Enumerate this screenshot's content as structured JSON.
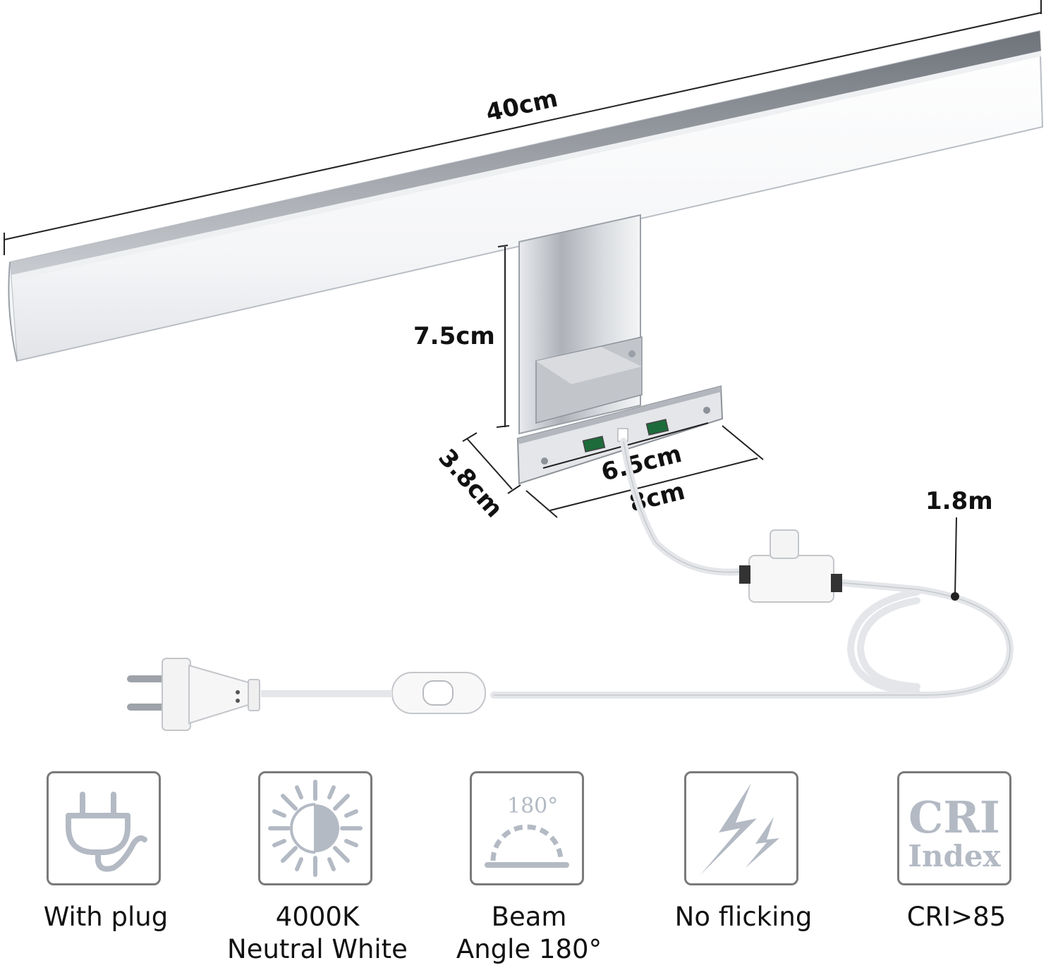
{
  "dimensions": {
    "length": "40cm",
    "height": "7.5cm",
    "depth": "3.8cm",
    "hole_spacing": "6.5cm",
    "base_width": "8cm",
    "cable_length": "1.8m"
  },
  "features": [
    {
      "icon": "plug-icon",
      "caption_line1": "With plug",
      "caption_line2": ""
    },
    {
      "icon": "sun-icon",
      "caption_line1": "4000K",
      "caption_line2": "Neutral White"
    },
    {
      "icon": "beam-angle-icon",
      "icon_text": "180°",
      "caption_line1": "Beam",
      "caption_line2": "Angle 180°"
    },
    {
      "icon": "lightning-icon",
      "caption_line1": "No flicking",
      "caption_line2": ""
    },
    {
      "icon": "cri-icon",
      "icon_text_top": "CRI",
      "icon_text_bottom": "Index",
      "caption_line1": "CRI>85",
      "caption_line2": ""
    }
  ],
  "colors": {
    "icon_gray": "#b3bac4",
    "box_border": "#7a7a7a",
    "chrome": "#c9ccd1",
    "text": "#111111"
  }
}
